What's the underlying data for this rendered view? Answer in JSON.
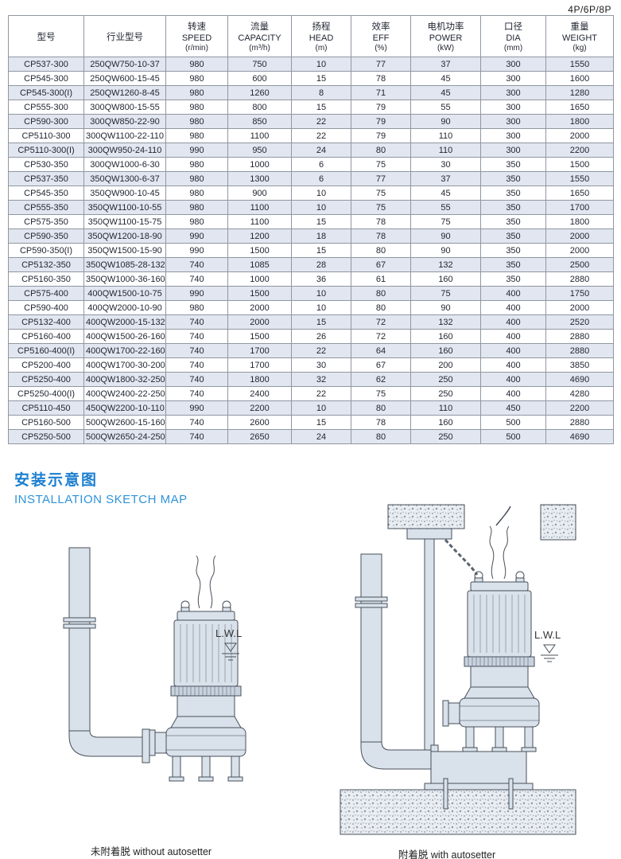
{
  "page": {
    "corner_label": "4P/6P/8P"
  },
  "table": {
    "headers": [
      {
        "cn": "型号",
        "en": "",
        "unit": ""
      },
      {
        "cn": "行业型号",
        "en": "",
        "unit": ""
      },
      {
        "cn": "转速",
        "en": "SPEED",
        "unit": "(r/min)"
      },
      {
        "cn": "流量",
        "en": "CAPACITY",
        "unit": "(m³/h)"
      },
      {
        "cn": "扬程",
        "en": "HEAD",
        "unit": "(m)"
      },
      {
        "cn": "效率",
        "en": "EFF",
        "unit": "(%)"
      },
      {
        "cn": "电机功率",
        "en": "POWER",
        "unit": "(kW)"
      },
      {
        "cn": "口径",
        "en": "DIA",
        "unit": "(mm)"
      },
      {
        "cn": "重量",
        "en": "WEIGHT",
        "unit": "(kg)"
      }
    ],
    "rows": [
      [
        "CP537-300",
        "250QW750-10-37",
        "980",
        "750",
        "10",
        "77",
        "37",
        "300",
        "1550"
      ],
      [
        "CP545-300",
        "250QW600-15-45",
        "980",
        "600",
        "15",
        "78",
        "45",
        "300",
        "1600"
      ],
      [
        "CP545-300(I)",
        "250QW1260-8-45",
        "980",
        "1260",
        "8",
        "71",
        "45",
        "300",
        "1280"
      ],
      [
        "CP555-300",
        "300QW800-15-55",
        "980",
        "800",
        "15",
        "79",
        "55",
        "300",
        "1650"
      ],
      [
        "CP590-300",
        "300QW850-22-90",
        "980",
        "850",
        "22",
        "79",
        "90",
        "300",
        "1800"
      ],
      [
        "CP5110-300",
        "300QW1100-22-110",
        "980",
        "1100",
        "22",
        "79",
        "110",
        "300",
        "2000"
      ],
      [
        "CP5110-300(I)",
        "300QW950-24-110",
        "990",
        "950",
        "24",
        "80",
        "110",
        "300",
        "2200"
      ],
      [
        "CP530-350",
        "300QW1000-6-30",
        "980",
        "1000",
        "6",
        "75",
        "30",
        "350",
        "1500"
      ],
      [
        "CP537-350",
        "350QW1300-6-37",
        "980",
        "1300",
        "6",
        "77",
        "37",
        "350",
        "1550"
      ],
      [
        "CP545-350",
        "350QW900-10-45",
        "980",
        "900",
        "10",
        "75",
        "45",
        "350",
        "1650"
      ],
      [
        "CP555-350",
        "350QW1100-10-55",
        "980",
        "1100",
        "10",
        "75",
        "55",
        "350",
        "1700"
      ],
      [
        "CP575-350",
        "350QW1100-15-75",
        "980",
        "1100",
        "15",
        "78",
        "75",
        "350",
        "1800"
      ],
      [
        "CP590-350",
        "350QW1200-18-90",
        "990",
        "1200",
        "18",
        "78",
        "90",
        "350",
        "2000"
      ],
      [
        "CP590-350(I)",
        "350QW1500-15-90",
        "990",
        "1500",
        "15",
        "80",
        "90",
        "350",
        "2000"
      ],
      [
        "CP5132-350",
        "350QW1085-28-132",
        "740",
        "1085",
        "28",
        "67",
        "132",
        "350",
        "2500"
      ],
      [
        "CP5160-350",
        "350QW1000-36-160",
        "740",
        "1000",
        "36",
        "61",
        "160",
        "350",
        "2880"
      ],
      [
        "CP575-400",
        "400QW1500-10-75",
        "990",
        "1500",
        "10",
        "80",
        "75",
        "400",
        "1750"
      ],
      [
        "CP590-400",
        "400QW2000-10-90",
        "980",
        "2000",
        "10",
        "80",
        "90",
        "400",
        "2000"
      ],
      [
        "CP5132-400",
        "400QW2000-15-132",
        "740",
        "2000",
        "15",
        "72",
        "132",
        "400",
        "2520"
      ],
      [
        "CP5160-400",
        "400QW1500-26-160",
        "740",
        "1500",
        "26",
        "72",
        "160",
        "400",
        "2880"
      ],
      [
        "CP5160-400(I)",
        "400QW1700-22-160",
        "740",
        "1700",
        "22",
        "64",
        "160",
        "400",
        "2880"
      ],
      [
        "CP5200-400",
        "400QW1700-30-200",
        "740",
        "1700",
        "30",
        "67",
        "200",
        "400",
        "3850"
      ],
      [
        "CP5250-400",
        "400QW1800-32-250",
        "740",
        "1800",
        "32",
        "62",
        "250",
        "400",
        "4690"
      ],
      [
        "CP5250-400(I)",
        "400QW2400-22-250",
        "740",
        "2400",
        "22",
        "75",
        "250",
        "400",
        "4280"
      ],
      [
        "CP5110-450",
        "450QW2200-10-110",
        "990",
        "2200",
        "10",
        "80",
        "110",
        "450",
        "2200"
      ],
      [
        "CP5160-500",
        "500QW2600-15-160",
        "740",
        "2600",
        "15",
        "78",
        "160",
        "500",
        "2880"
      ],
      [
        "CP5250-500",
        "500QW2650-24-250",
        "740",
        "2650",
        "24",
        "80",
        "250",
        "500",
        "4690"
      ]
    ]
  },
  "section": {
    "title_cn": "安装示意图",
    "title_en": "INSTALLATION SKETCH MAP"
  },
  "diagrams": {
    "left": {
      "caption": "未附着脱 without autosetter",
      "lwl": "L.W.L"
    },
    "right": {
      "caption": "附着脱 with autosetter",
      "lwl": "L.W.L"
    }
  },
  "colors": {
    "accent_blue": "#1b7fd0",
    "accent_blue_light": "#2e93da",
    "row_alt": "#e2e6f0",
    "drawing_fill": "#d9e1ea",
    "drawing_stroke": "#47505a"
  }
}
